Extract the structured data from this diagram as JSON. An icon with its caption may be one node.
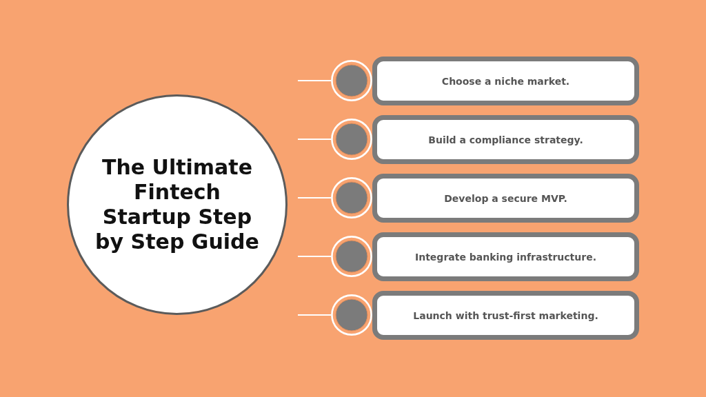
{
  "diagram": {
    "nodes": [
      {
        "text": [
          "The Ultimate Fintech Startup Step by Step Guide"
        ]
      },
      {
        "text": [],
        "shape": "circle"
      },
      {
        "text": [
          "Choose a niche market."
        ]
      },
      {
        "text": [],
        "shape": "circle"
      },
      {
        "text": [
          "Build a compliance strategy."
        ]
      },
      {
        "text": [],
        "shape": "circle"
      },
      {
        "text": [
          "Develop a secure MVP."
        ]
      },
      {
        "text": [],
        "shape": "circle"
      },
      {
        "text": [
          "Integrate banking infrastructure."
        ]
      },
      {
        "text": [],
        "shape": "circle"
      },
      {
        "text": [
          "Launch with trust-first marketing."
        ]
      }
    ],
    "edges": [
      {
        "from": null,
        "to": 1,
        "arrow": "none"
      },
      {
        "from": null,
        "to": 3,
        "arrow": "none"
      },
      {
        "from": null,
        "to": 5,
        "arrow": "none"
      },
      {
        "from": null,
        "to": 7,
        "arrow": "none"
      },
      {
        "from": null,
        "to": 9,
        "arrow": "none"
      }
    ]
  }
}
